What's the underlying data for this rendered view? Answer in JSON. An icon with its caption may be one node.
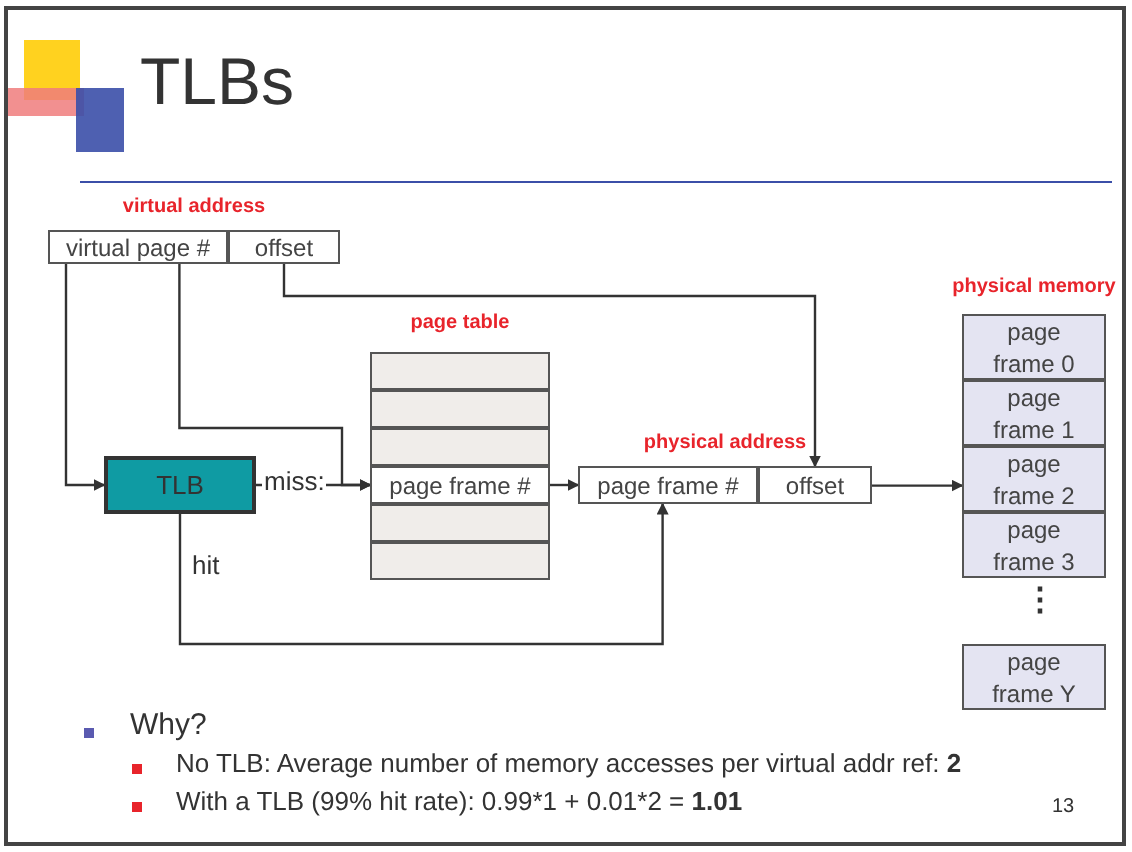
{
  "diagram": {
    "title": "TLBs",
    "nodes": [
      {
        "text": [
          "virtual address"
        ]
      },
      {
        "text": [
          "virtual page #"
        ],
        "in": 0
      },
      {
        "text": [
          "offset"
        ],
        "in": 0
      },
      {
        "text": [
          "page table"
        ]
      },
      {
        "text": [],
        "shape": "box",
        "in": 3
      },
      {
        "text": [],
        "shape": "box",
        "in": 3
      },
      {
        "text": [],
        "shape": "box",
        "in": 3
      },
      {
        "text": [
          "page frame #"
        ],
        "in": 3
      },
      {
        "text": [],
        "shape": "box",
        "in": 3
      },
      {
        "text": [],
        "shape": "box",
        "in": 3
      },
      {
        "text": [
          "TLB"
        ]
      },
      {
        "text": [
          "physical address"
        ]
      },
      {
        "text": [
          "page frame #"
        ],
        "in": 11
      },
      {
        "text": [
          "offset"
        ],
        "in": 11
      },
      {
        "text": [
          "physical memory"
        ]
      },
      {
        "text": [
          "page frame 0"
        ],
        "in": 14
      },
      {
        "text": [
          "page frame 1"
        ],
        "in": 14
      },
      {
        "text": [
          "page frame 2"
        ],
        "in": 14
      },
      {
        "text": [
          "page frame 3"
        ],
        "in": 14
      },
      {
        "text": [
          "page frame Y"
        ],
        "in": 14
      }
    ],
    "edges": [
      {
        "from": 1,
        "to": 10,
        "arrow": "to"
      },
      {
        "from": 1,
        "to": 7,
        "arrow": "to"
      },
      {
        "from": 10,
        "to": 7,
        "arrow": "to",
        "label": "miss:"
      },
      {
        "from": 7,
        "to": 12,
        "arrow": "to"
      },
      {
        "from": 10,
        "to": 12,
        "arrow": "to",
        "label": "hit"
      },
      {
        "from": 2,
        "to": 13,
        "arrow": "to"
      },
      {
        "from": 11,
        "to": 17,
        "arrow": "to"
      }
    ],
    "labels": [
      "⋮",
      "Why?",
      "No TLB: Average number of memory accesses per virtual addr ref: **2**",
      "With a TLB (99% hit rate): 0.99*1 + 0.01*2 = **1.01**",
      "13"
    ]
  }
}
